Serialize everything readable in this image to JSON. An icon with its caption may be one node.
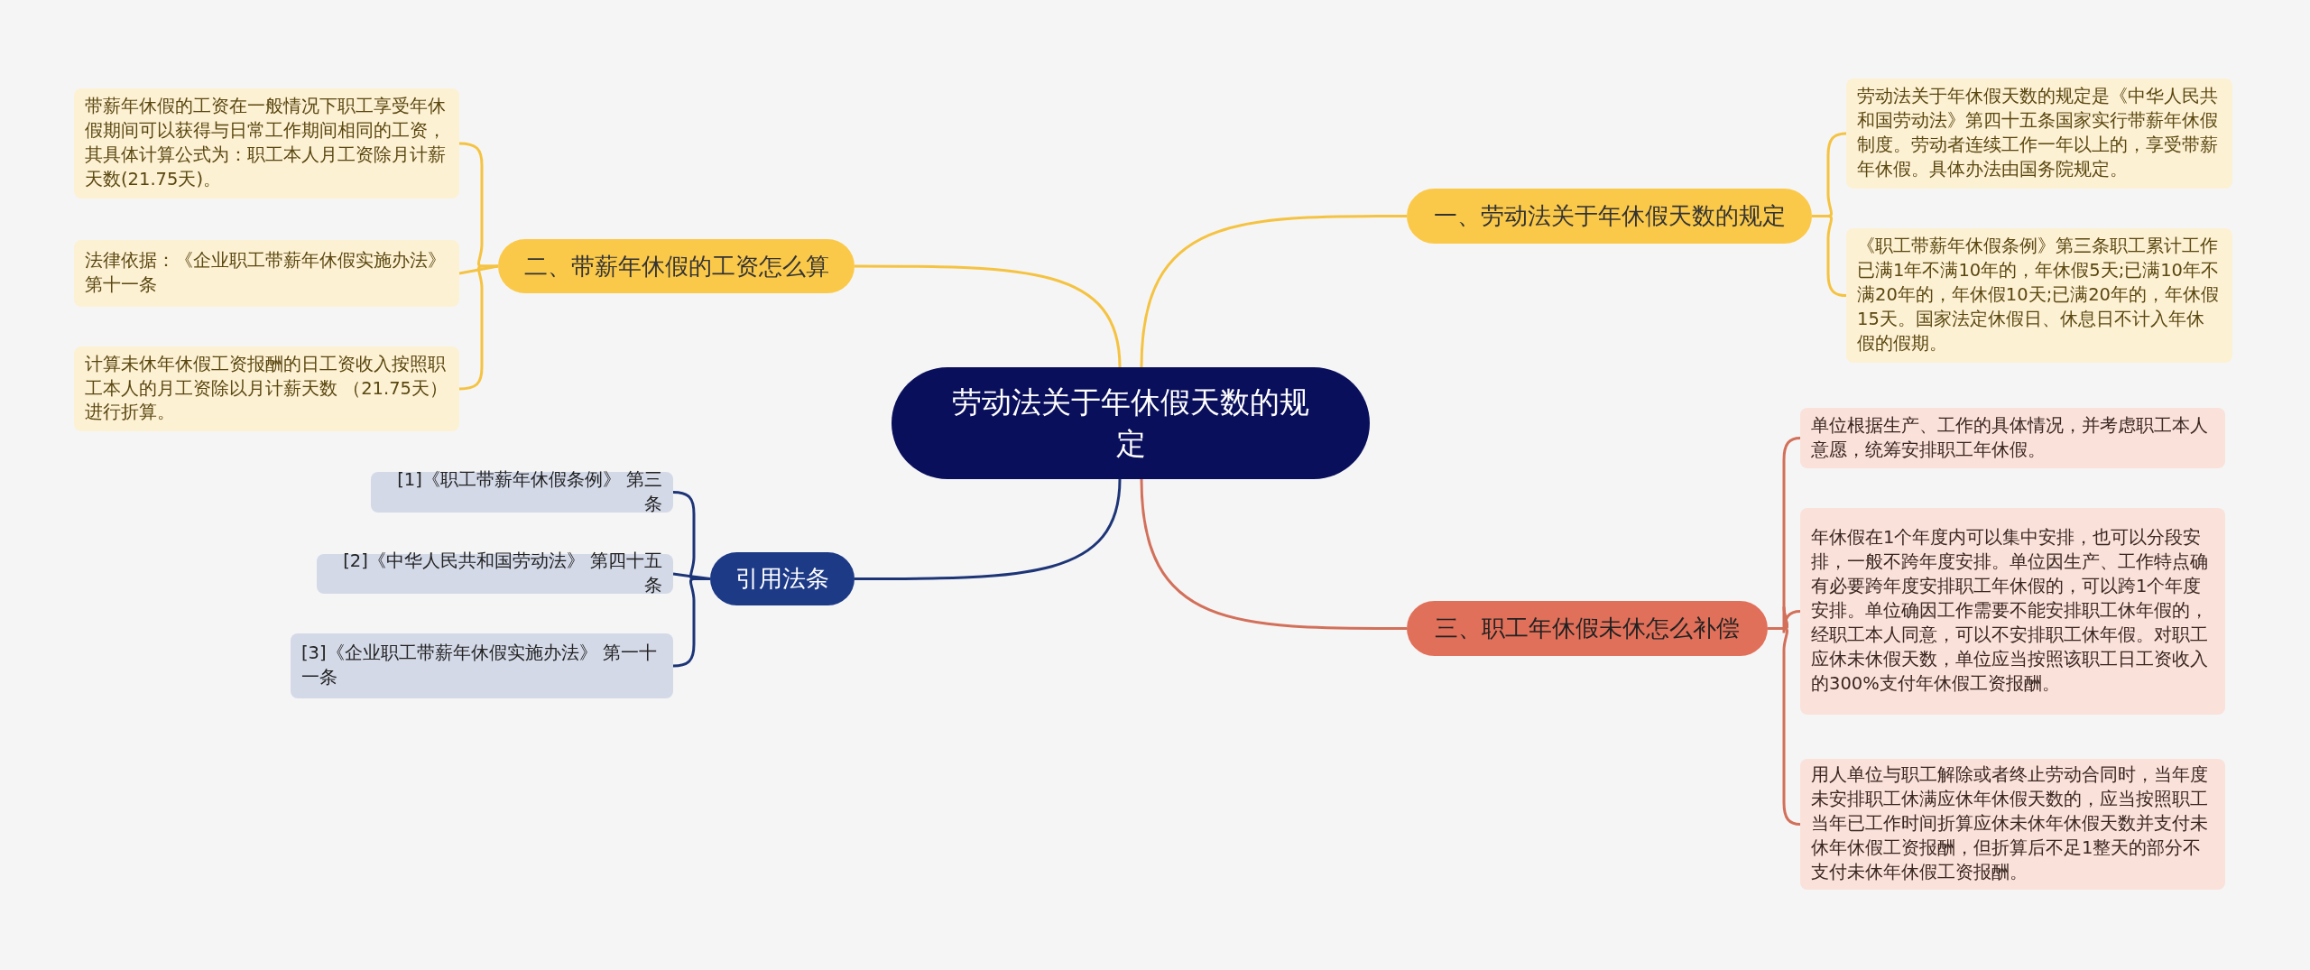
{
  "diagram": {
    "nodes": [
      {
        "text": [
          "劳动法关于年休假天数的规定"
        ]
      },
      {
        "text": [
          "一、劳动法关于年休假天数的规定"
        ]
      },
      {
        "text": [
          "劳动法关于年休假天数的规定是《中华人民共和国劳动法》第四十五条国家实行带薪年休假制度。劳动者连续工作一年以上的，享受带薪年休假。具体办法由国务院规定。"
        ]
      },
      {
        "text": [
          "《职工带薪年休假条例》第三条职工累计工作已满1年不满10年的，年休假5天;已满10年不满20年的，年休假10天;已满20年的，年休假15天。国家法定休假日、休息日不计入年休假的假期。"
        ]
      },
      {
        "text": [
          "三、职工年休假未休怎么补偿"
        ]
      },
      {
        "text": [
          "单位根据生产、工作的具体情况，并考虑职工本人意愿，统筹安排职工年休假。"
        ]
      },
      {
        "text": [
          "年休假在1个年度内可以集中安排，也可以分段安排，一般不跨年度安排。单位因生产、工作特点确有必要跨年度安排职工年休假的，可以跨1个年度安排。单位确因工作需要不能安排职工休年假的，经职工本人同意，可以不安排职工休年假。对职工应休未休假天数，单位应当按照该职工日工资收入的300%支付年休假工资报酬。"
        ]
      },
      {
        "text": [
          "用人单位与职工解除或者终止劳动合同时，当年度未安排职工休满应休年休假天数的，应当按照职工当年已工作时间折算应休未休年休假天数并支付未休年休假工资报酬，但折算后不足1整天的部分不支付未休年休假工资报酬。"
        ]
      },
      {
        "text": [
          "二、带薪年休假的工资怎么算"
        ]
      },
      {
        "text": [
          "带薪年休假的工资在一般情况下职工享受年休假期间可以获得与日常工作期间相同的工资，其具体计算公式为：职工本人月工资除月计薪天数(21.75天)。"
        ]
      },
      {
        "text": [
          "法律依据：《企业职工带薪年休假实施办法》第十一条"
        ]
      },
      {
        "text": [
          "计算未休年休假工资报酬的日工资收入按照职工本人的月工资除以月计薪天数 （21.75天）进行折算。"
        ]
      },
      {
        "text": [
          "引用法条"
        ]
      },
      {
        "text": [
          "[1]《职工带薪年休假条例》 第三条"
        ]
      },
      {
        "text": [
          "[2]《中华人民共和国劳动法》 第四十五条"
        ]
      },
      {
        "text": [
          "[3]《企业职工带薪年休假实施办法》 第一十一条"
        ]
      }
    ],
    "edges": [
      {
        "from": 0,
        "to": 1,
        "arrow": "none"
      },
      {
        "from": 1,
        "to": 2,
        "arrow": "none"
      },
      {
        "from": 1,
        "to": 3,
        "arrow": "none"
      },
      {
        "from": 0,
        "to": 4,
        "arrow": "none",
        "color": "#d2705a"
      },
      {
        "from": 4,
        "to": 5,
        "arrow": "none",
        "color": "#d2705a"
      },
      {
        "from": 4,
        "to": 6,
        "arrow": "none",
        "color": "#d2705a"
      },
      {
        "from": 4,
        "to": 7,
        "arrow": "none",
        "color": "#d2705a"
      },
      {
        "from": 0,
        "to": 8,
        "arrow": "none"
      },
      {
        "from": 8,
        "to": 9,
        "arrow": "none"
      },
      {
        "from": 8,
        "to": 10,
        "arrow": "none"
      },
      {
        "from": 8,
        "to": 11,
        "arrow": "none"
      },
      {
        "from": 0,
        "to": 12,
        "arrow": "none",
        "color": "#1d3577"
      },
      {
        "from": 12,
        "to": 13,
        "arrow": "none",
        "color": "#1d3577"
      },
      {
        "from": 12,
        "to": 14,
        "arrow": "none",
        "color": "#1d3577"
      },
      {
        "from": 12,
        "to": 15,
        "arrow": "none",
        "color": "#1d3577"
      }
    ]
  }
}
